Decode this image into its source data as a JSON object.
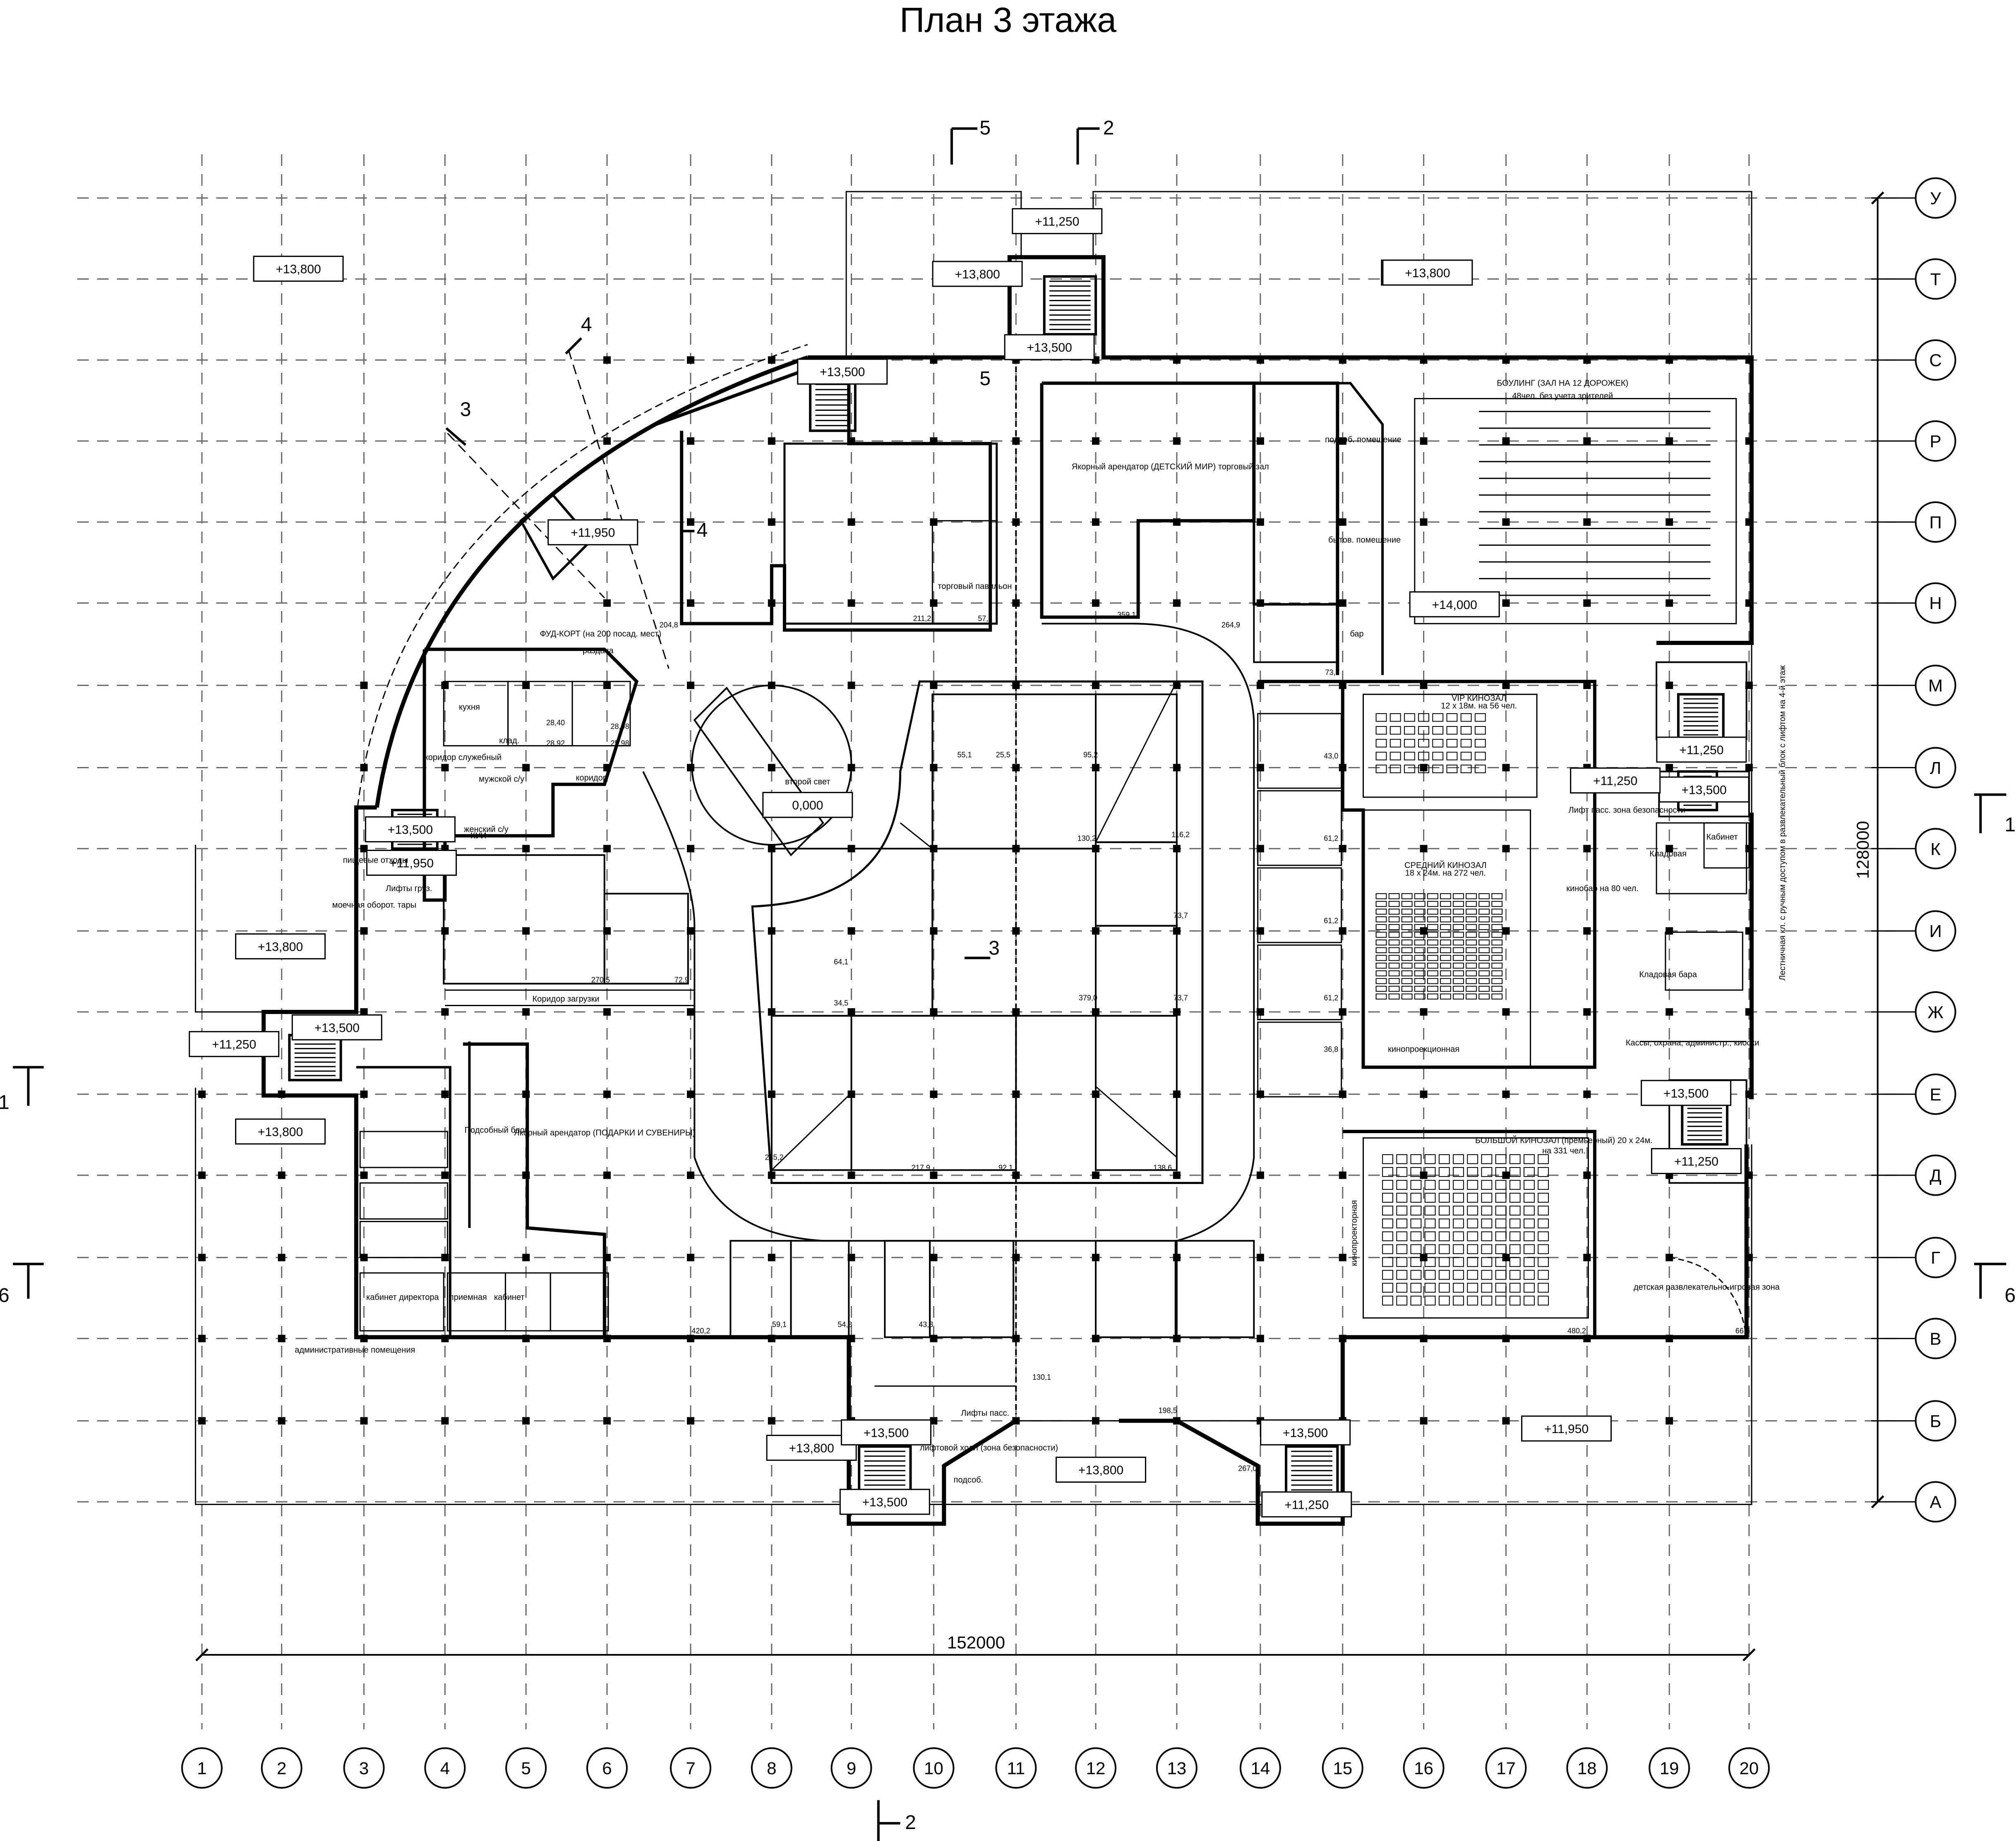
{
  "title": "План 3 этажа",
  "grid": {
    "columns": [
      "1",
      "2",
      "3",
      "4",
      "5",
      "6",
      "7",
      "8",
      "9",
      "10",
      "11",
      "12",
      "13",
      "14",
      "15",
      "16",
      "17",
      "18",
      "19",
      "20"
    ],
    "rows": [
      "У",
      "Т",
      "С",
      "Р",
      "П",
      "Н",
      "М",
      "Л",
      "К",
      "И",
      "Ж",
      "Е",
      "Д",
      "Г",
      "В",
      "Б",
      "А"
    ]
  },
  "dimensions": {
    "overall_width": "152000",
    "overall_height": "128000"
  },
  "sections": [
    {
      "label": "5",
      "role": "top"
    },
    {
      "label": "2",
      "role": "top"
    },
    {
      "label": "2",
      "role": "bottom"
    },
    {
      "label": "4",
      "role": "diag"
    },
    {
      "label": "3",
      "role": "diag"
    },
    {
      "label": "1",
      "role": "left"
    },
    {
      "label": "6",
      "role": "left"
    },
    {
      "label": "1",
      "role": "right"
    },
    {
      "label": "6",
      "role": "right"
    },
    {
      "label": "3",
      "role": "inner"
    },
    {
      "label": "4",
      "role": "inner"
    },
    {
      "label": "5",
      "role": "inner"
    }
  ],
  "elevations": [
    "+11,250",
    "+13,800",
    "+13,800",
    "+13,500",
    "+13,500",
    "+13,800",
    "+11,950",
    "+13,500",
    "+11,950",
    "+13,800",
    "+11,250",
    "+13,500",
    "+13,800",
    "+13,500",
    "+13,500",
    "+11,950",
    "+11,250",
    "+13,500",
    "+11,250",
    "+13,800",
    "+13,500",
    "+11,250",
    "+13,800",
    "+13,500",
    "+11,250",
    "+13,800",
    "+14,000",
    "0,000"
  ],
  "room_labels": [
    "ФУД-КОРТ (на 200 посад. мест)",
    "Якорный арендатор (ДЕТСКИЙ МИР) торговый зал",
    "Якорный арендатор (ПОДАРКИ И СУВЕНИРЫ)",
    "БОУЛИНГ (ЗАЛ НА 12 ДОРОЖЕК)",
    "48чел. без учета зрителей",
    "VIP КИНОЗАЛ",
    "12 х 18м. на 56 чел.",
    "СРЕДНИЙ КИНОЗАЛ",
    "18 х 24м. на 272 чел.",
    "БОЛЬШОЙ КИНОЗАЛ (премьерный) 20 х 24м.",
    "на 331 чел.",
    "кинобар на 80 чел.",
    "второй свет",
    "Коридор загрузки",
    "Кассы, охрана, администр., киоски",
    "детская развлекательно-игровая зона",
    "административные помещения",
    "кабинет директора",
    "приемная",
    "кабинет",
    "Кабинет",
    "кухня",
    "раздача",
    "коридор служебный",
    "мужской с/у",
    "женский с/у",
    "Лифты груз.",
    "Лифты пасс.",
    "Лифт пасс. зона безопасности",
    "пищевые отходы",
    "моечная оборот. тары",
    "Подсобный блок",
    "подсоб.",
    "подсоб. помещение",
    "Кладовая",
    "Кладовая бара",
    "бытов. помещение",
    "бар",
    "кинопроекторная",
    "кинопроекционная",
    "лифтовой холл (зона безопасности)",
    "торговый павильон",
    "КУИ",
    "клад.",
    "коридор",
    "Лестничная кл. с ручным доступом в развлекательный блок с лифтом на 4-й этаж"
  ],
  "areas": [
    "211,2",
    "57,1",
    "204,8",
    "359,1",
    "264,9",
    "73,7",
    "55,1",
    "25,5",
    "95,2",
    "130,2",
    "116,2",
    "73,7",
    "64,1",
    "34,5",
    "379,0",
    "73,7",
    "217,9",
    "92,1",
    "235,2",
    "138,6",
    "270,5",
    "72,9",
    "28,40",
    "28,98",
    "28,92",
    "25,98",
    "420,2",
    "59,1",
    "54,8",
    "43,8",
    "130,1",
    "198,5",
    "267,0",
    "43,0",
    "61,2",
    "61,2",
    "61,2",
    "36,8",
    "480,2",
    "66,6"
  ]
}
